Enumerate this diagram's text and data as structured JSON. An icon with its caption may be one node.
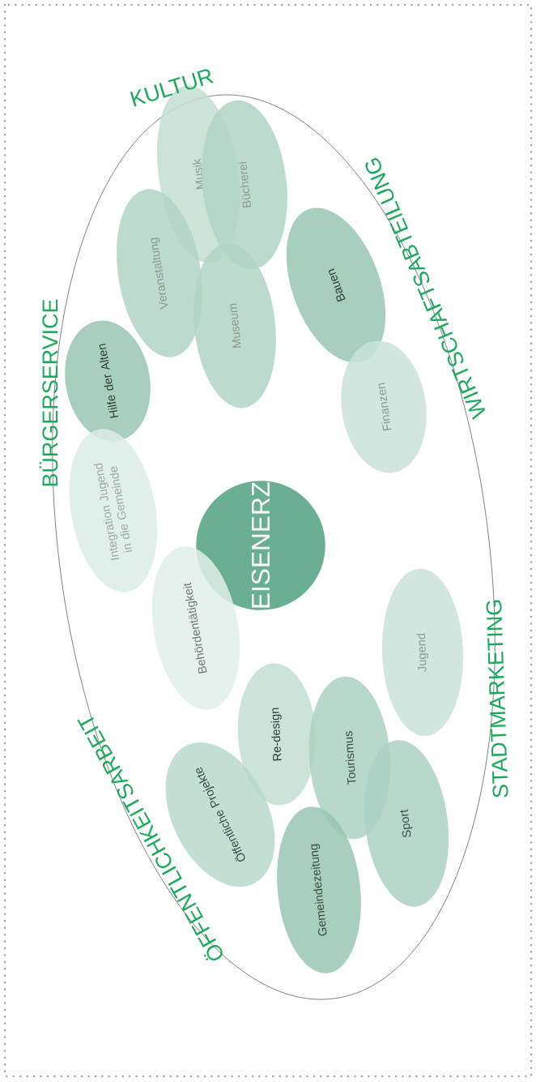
{
  "diagram": {
    "nodes": [
      {
        "text": [],
        "shape": "ellipse"
      },
      {
        "text": [
          "Musik"
        ],
        "in": 0
      },
      {
        "text": [
          "Bücherei"
        ],
        "in": 0
      },
      {
        "text": [
          "Veranstaltung"
        ],
        "in": 0
      },
      {
        "text": [
          "Bauen"
        ],
        "in": 0
      },
      {
        "text": [
          "Museum"
        ],
        "in": 0
      },
      {
        "text": [
          "Hilfe der Alten"
        ],
        "in": 0
      },
      {
        "text": [
          "Finanzen"
        ],
        "in": 0
      },
      {
        "text": [
          "Integration Jugend in die Gemeinde"
        ],
        "in": 0
      },
      {
        "text": [
          "EISENERZ"
        ],
        "in": 0
      },
      {
        "text": [
          "Behördentätigkeit"
        ],
        "in": 0
      },
      {
        "text": [
          "Jugend"
        ],
        "in": 0
      },
      {
        "text": [
          "Re-design"
        ],
        "in": 0
      },
      {
        "text": [
          "Tourismus"
        ],
        "in": 0
      },
      {
        "text": [
          "Öffentliche Projekte"
        ],
        "in": 0
      },
      {
        "text": [
          "Sport"
        ],
        "in": 0
      },
      {
        "text": [
          "Gemeindezeitung"
        ],
        "in": 0
      }
    ],
    "labels": [
      "KULTUR",
      "WIRTSCHAFTSABTEILUNG",
      "BÜRGERSERVICE",
      "ÖFFENTLICHKEITSARBEIT",
      "STADTMARKETING"
    ]
  }
}
